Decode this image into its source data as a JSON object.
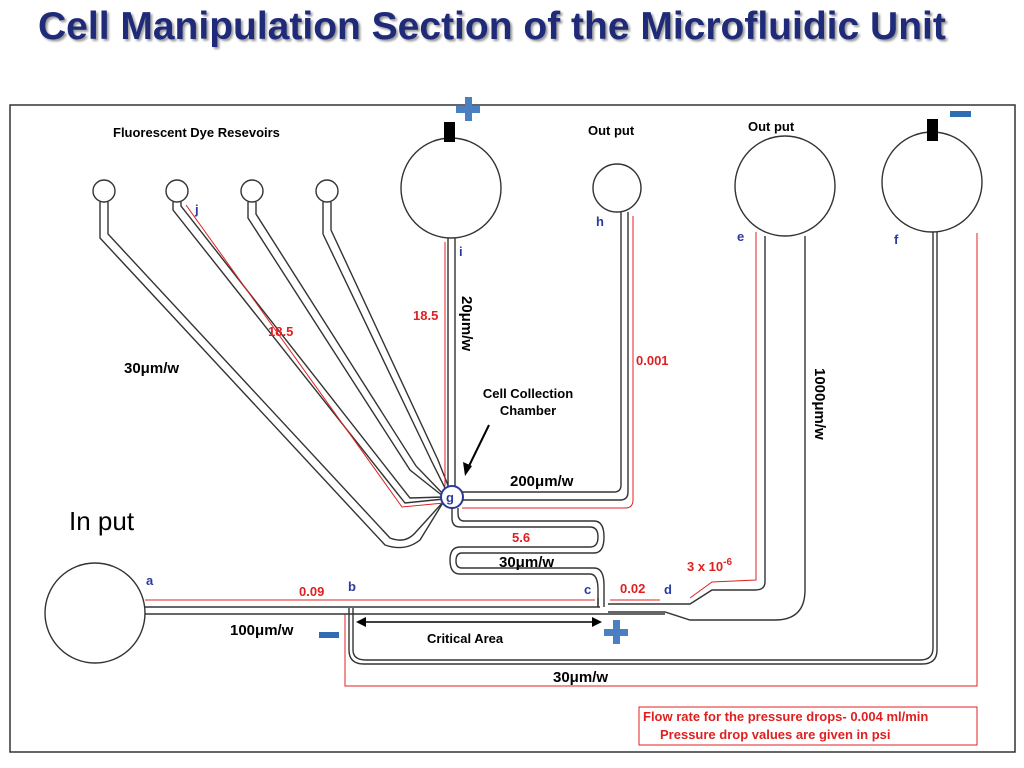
{
  "title": "Cell Manipulation Section of the Microfluidic Unit",
  "reservoirs_label": "Fluorescent Dye Resevoirs",
  "output_h_label": "Out put",
  "output_e_label": "Out put",
  "input_label": "In put",
  "chamber_label": [
    "Cell Collection",
    "Chamber"
  ],
  "critical_area_label": "Critical Area",
  "nodes": {
    "a": "a",
    "b": "b",
    "c": "c",
    "d": "d",
    "e": "e",
    "f": "f",
    "g": "g",
    "h": "h",
    "i": "i",
    "j": "j"
  },
  "widths": {
    "w30_dye": "30μm/w",
    "w20_vertical": "20μm/w",
    "w200": "200μm/w",
    "w30_serpentine": "30μm/w",
    "w100": "100μm/w",
    "w1000": "1000μm/w",
    "w30_bottom": "30μm/w"
  },
  "pressure_drops": {
    "p_j": "18.5",
    "p_i": "18.5",
    "p_h": "0.001",
    "p_serp": "5.6",
    "p_ab": "0.09",
    "p_cd": "0.02",
    "p_e_base": "3 x 10",
    "p_e_exp": "-6"
  },
  "legend": [
    "Flow rate for the pressure drops- 0.004 ml/min",
    "Pressure drop values are given in psi"
  ],
  "colors": {
    "title": "#1f2a78",
    "pressure": "#e02020",
    "plus": "#4a7fc1",
    "minus": "#2e6db3",
    "node": "#2a3aa0"
  }
}
